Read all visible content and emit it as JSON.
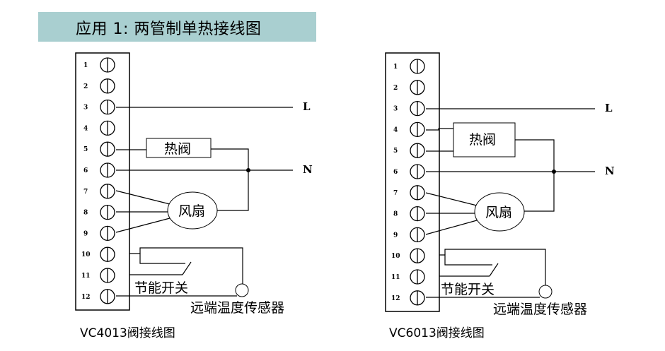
{
  "title": "应用 1: 两管制单热接线图",
  "terminal_numbers": [
    "1",
    "2",
    "3",
    "4",
    "5",
    "6",
    "7",
    "8",
    "9",
    "10",
    "11",
    "12"
  ],
  "diagrams": [
    {
      "caption": "VC4013阀接线图",
      "line_label": "L",
      "neutral_label": "N",
      "valve_label": "热阀",
      "fan_label": "风扇",
      "switch_label": "节能开关",
      "sensor_label": "远端温度传感器"
    },
    {
      "caption": "VC6013阀接线图",
      "line_label": "L",
      "neutral_label": "N",
      "valve_label": "热阀",
      "fan_label": "风扇",
      "switch_label": "节能开关",
      "sensor_label": "远端温度传感器"
    }
  ],
  "colors": {
    "banner": "#a9cfd0",
    "line": "#000000"
  }
}
